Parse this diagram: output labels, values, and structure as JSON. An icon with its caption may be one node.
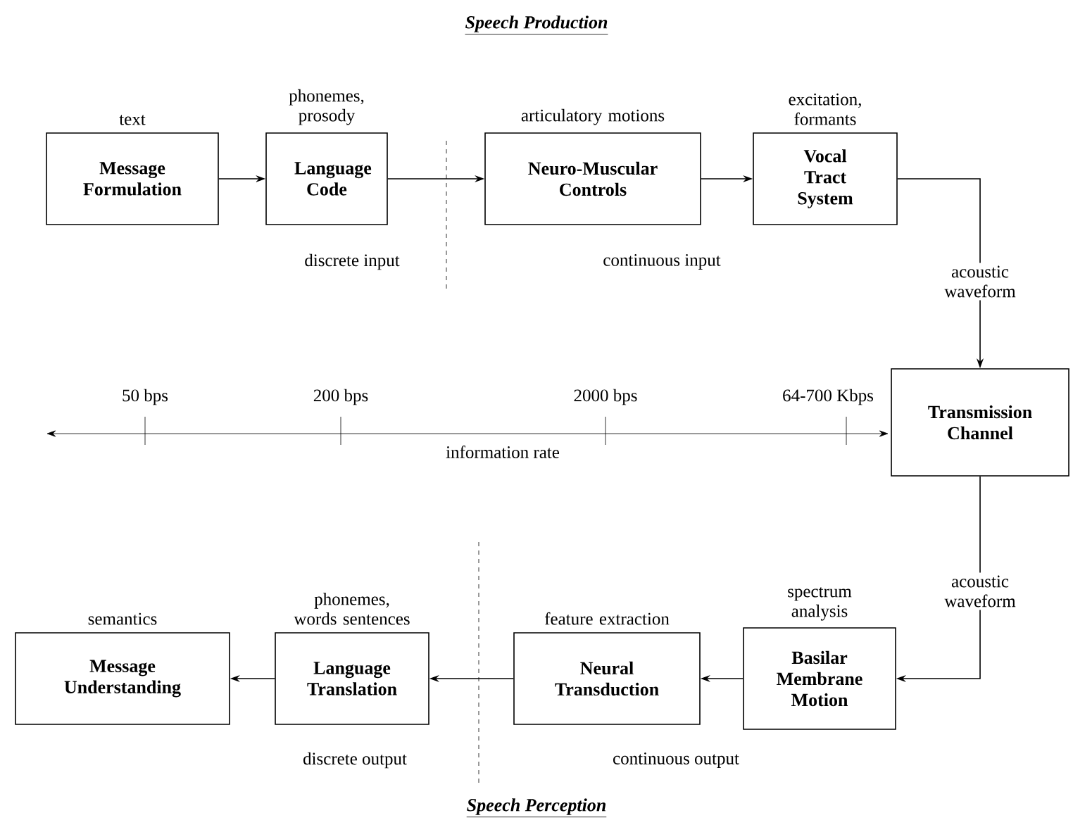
{
  "diagram": {
    "title": "Speech Production",
    "caption": "Speech Perception",
    "nodes": [
      {
        "text": [
          "Message Formulation"
        ],
        "beside": [
          "text"
        ]
      },
      {
        "text": [
          "Language Code"
        ],
        "beside": [
          "phonemes, prosody"
        ]
      },
      {
        "text": [
          "Neuro-Muscular Controls"
        ],
        "beside": [
          "articulatory motions"
        ]
      },
      {
        "text": [
          "Vocal Tract System"
        ],
        "beside": [
          "excitation, formants"
        ]
      },
      {
        "text": [
          "Transmission Channel"
        ]
      },
      {
        "text": [
          "Basilar Membrane Motion"
        ],
        "beside": [
          "spectrum analysis"
        ]
      },
      {
        "text": [
          "Neural Transduction"
        ],
        "beside": [
          "feature extraction"
        ]
      },
      {
        "text": [
          "Language Translation"
        ],
        "beside": [
          "phonemes, words sentences"
        ]
      },
      {
        "text": [
          "Message Understanding"
        ],
        "beside": [
          "semantics"
        ]
      }
    ],
    "edges": [
      {
        "from": 0,
        "to": 1,
        "arrow": "to"
      },
      {
        "from": 1,
        "to": 2,
        "arrow": "to"
      },
      {
        "from": 2,
        "to": 3,
        "arrow": "to"
      },
      {
        "from": 3,
        "to": 4,
        "arrow": "to",
        "label": "acoustic waveform"
      },
      {
        "from": 4,
        "to": 5,
        "arrow": "to",
        "label": "acoustic waveform"
      },
      {
        "from": 5,
        "to": 6,
        "arrow": "to"
      },
      {
        "from": 6,
        "to": 7,
        "arrow": "to"
      },
      {
        "from": 7,
        "to": 8,
        "arrow": "to"
      }
    ],
    "labels": [
      "discrete input",
      "continuous input",
      "50 bps",
      "200 bps",
      "2000 bps",
      "64-700 Kbps",
      "information rate",
      "discrete output",
      "continuous output"
    ]
  }
}
